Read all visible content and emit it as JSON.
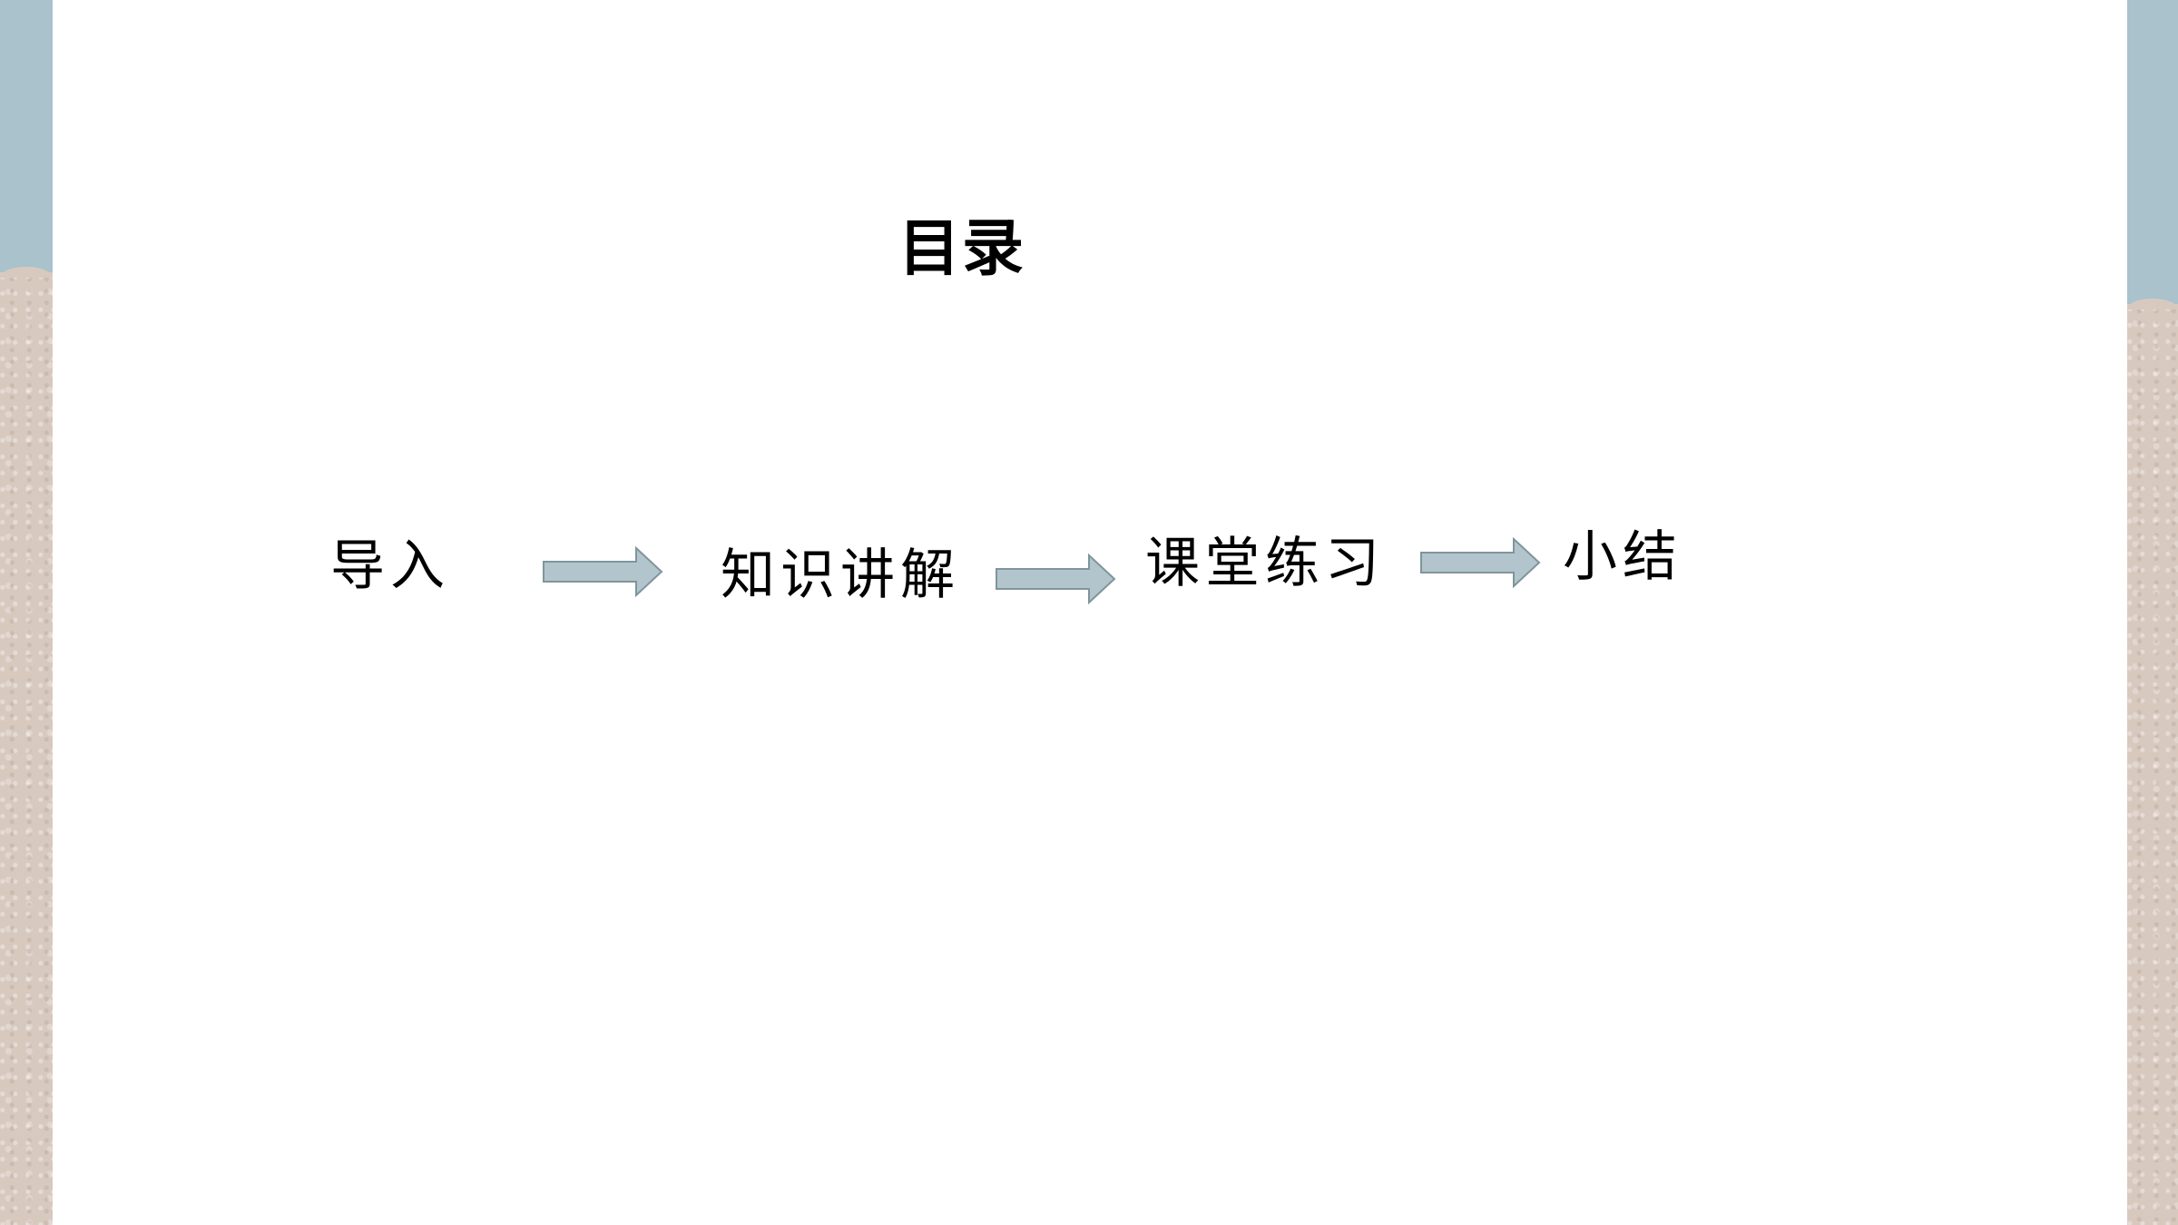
{
  "slide": {
    "title": "目录",
    "steps": [
      {
        "label": "导入"
      },
      {
        "label": "知识讲解"
      },
      {
        "label": "课堂练习"
      },
      {
        "label": "小结"
      }
    ]
  },
  "colors": {
    "arrow_fill": "#b3c5cc",
    "arrow_stroke": "#7f959c",
    "band_blue": "#a9c2cc",
    "band_beige": "#d8c9bf"
  }
}
